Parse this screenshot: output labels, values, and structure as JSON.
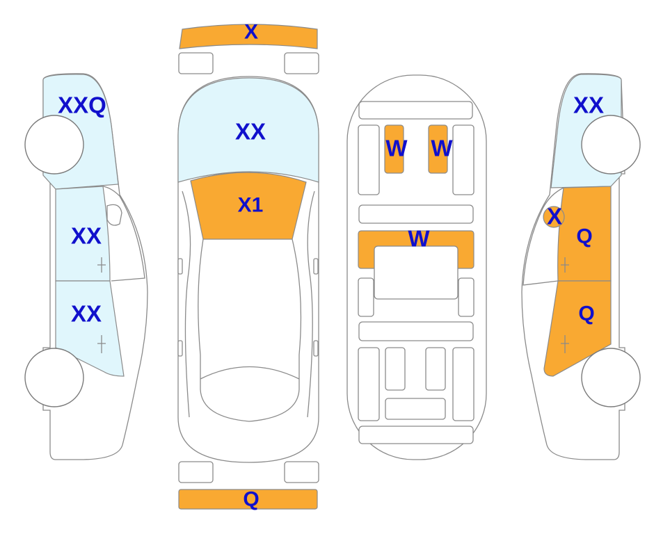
{
  "colors": {
    "damaged": "#f9a932",
    "glass": "#e0f6fc",
    "label": "#1010cc",
    "outline": "#8a8a8a"
  },
  "labels": {
    "front_bumper": "X",
    "rear_bumper": "Q",
    "windshield": "XX",
    "hood": "X1",
    "roof_left": "W",
    "roof_right": "W",
    "trunk": "W",
    "left_rear_quarter": "XXQ",
    "left_rear_door": "XX",
    "left_front_door": "XX",
    "right_rear_quarter": "XX",
    "right_mirror": "X",
    "right_rear_door": "Q",
    "right_front_door": "Q"
  }
}
